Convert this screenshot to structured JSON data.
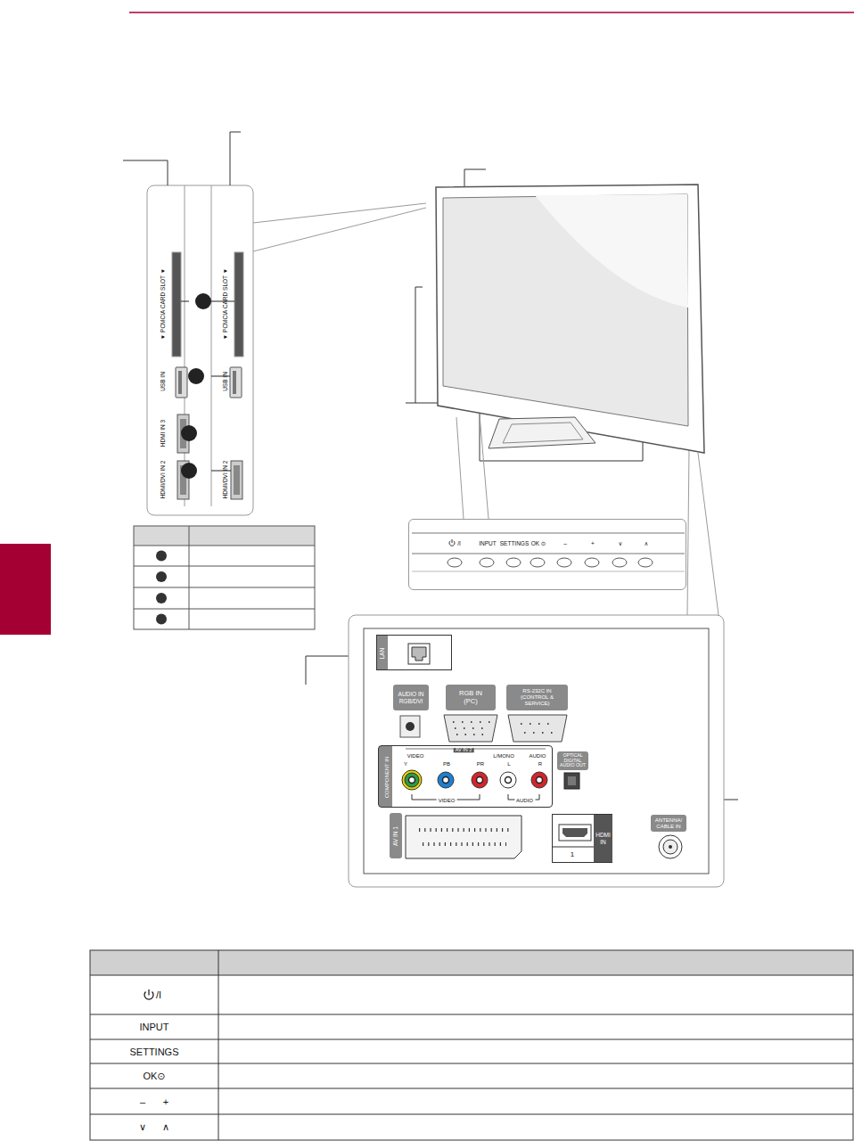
{
  "diagram": {
    "nodes": [
      {
        "text": [
          "▼ PCMCIA CARD SLOT ▼",
          "USB IN",
          "HDMI IN 3",
          "HDMI/DVI IN 2"
        ]
      },
      {
        "text": [
          "▼ PCMCIA CARD SLOT ▼",
          "USB IN",
          "HDMI/DVI IN 2"
        ]
      },
      {
        "text": [
          "/I",
          "INPUT",
          "SETTINGS",
          "OK ⊙",
          "–",
          "+",
          "∨",
          "∧"
        ]
      },
      {
        "text": [
          "LAN"
        ]
      },
      {
        "text": [
          "AUDIO IN RGB/DVI"
        ]
      },
      {
        "text": [
          "RGB IN (PC)"
        ]
      },
      {
        "text": [
          "RS-232C IN (CONTROL & SERVICE)"
        ]
      },
      {
        "text": [
          "AV IN 2",
          "VIDEO",
          "Y",
          "PB",
          "PR",
          "L/MONO",
          "AUDIO",
          "L",
          "R",
          "COMPONENT IN",
          "VIDEO",
          "AUDIO"
        ]
      },
      {
        "text": [
          "OPTICAL DIGITAL AUDIO OUT"
        ]
      },
      {
        "text": [
          "AV IN 1"
        ]
      },
      {
        "text": [
          "HDMI IN",
          "1"
        ]
      },
      {
        "text": [
          "ANTENNA/ CABLE IN"
        ]
      }
    ],
    "edges": [
      {
        "from": 0,
        "to": 1,
        "arrow": "none"
      },
      {
        "from": 0,
        "to": 1,
        "arrow": "none"
      },
      {
        "from": 0,
        "to": 1,
        "arrow": "none"
      }
    ],
    "labels": [
      "/I",
      "INPUT",
      "SETTINGS",
      "OK⊙",
      "–",
      "+",
      "∨",
      "∧"
    ]
  }
}
